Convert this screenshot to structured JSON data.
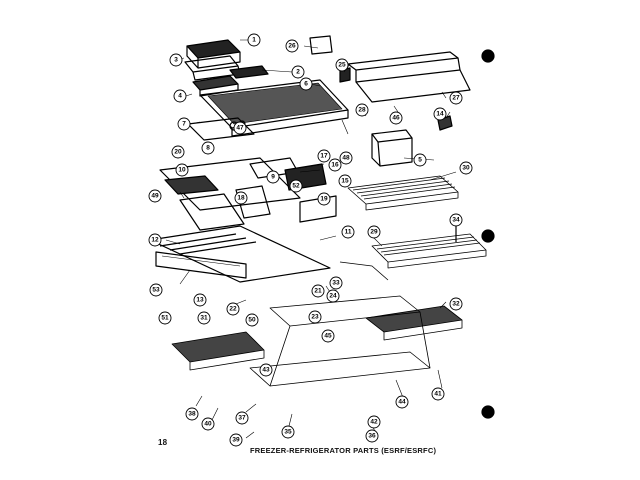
{
  "page_number": "18",
  "title": "FREEZER-REFRIGERATOR PARTS (ESRF/ESRFC)",
  "callouts": {
    "c1": "1",
    "c2": "2",
    "c3": "3",
    "c4": "4",
    "c5": "5",
    "c6": "6",
    "c7": "7",
    "c8": "8",
    "c9": "9",
    "c10": "10",
    "c11": "11",
    "c12": "12",
    "c13": "13",
    "c14": "14",
    "c15": "15",
    "c16": "16",
    "c17": "17",
    "c18": "18",
    "c19": "19",
    "c20": "20",
    "c21": "21",
    "c22": "22",
    "c23": "23",
    "c24": "24",
    "c25": "25",
    "c26": "26",
    "c27": "27",
    "c28": "28",
    "c29": "29",
    "c30": "30",
    "c31": "31",
    "c32": "32",
    "c33": "33",
    "c34": "34",
    "c35": "35",
    "c36": "36",
    "c37": "37",
    "c38": "38",
    "c39": "39",
    "c40": "40",
    "c41": "41",
    "c42": "42",
    "c43": "43",
    "c44": "44",
    "c45": "45",
    "c46": "46",
    "c47": "47",
    "c48": "48",
    "c49": "49",
    "c50": "50",
    "c51": "51",
    "c52": "52",
    "c53": "53"
  },
  "colors": {
    "ink": "#000000",
    "paper": "#ffffff"
  }
}
